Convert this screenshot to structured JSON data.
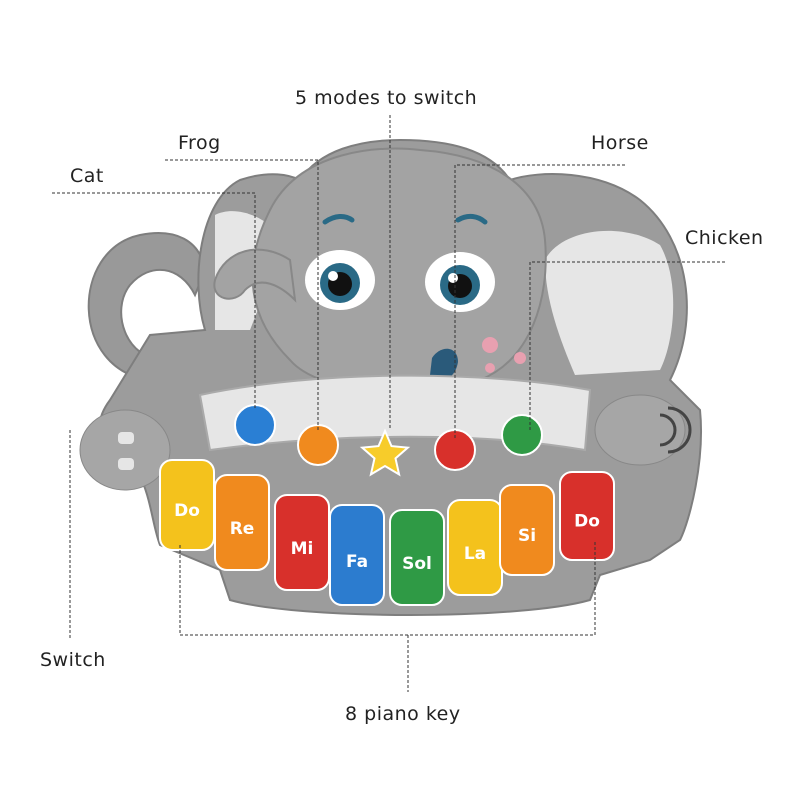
{
  "labels": {
    "modes": "5 modes to switch",
    "frog": "Frog",
    "horse": "Horse",
    "cat": "Cat",
    "chicken": "Chicken",
    "switch": "Switch",
    "keys": "8 piano key"
  },
  "piano_keys": [
    {
      "note": "Do",
      "color": "#f4c21c"
    },
    {
      "note": "Re",
      "color": "#f08a1e"
    },
    {
      "note": "Mi",
      "color": "#d8302b"
    },
    {
      "note": "Fa",
      "color": "#2c7ccf"
    },
    {
      "note": "Sol",
      "color": "#2f9a45"
    },
    {
      "note": "La",
      "color": "#f4c21c"
    },
    {
      "note": "Si",
      "color": "#f08a1e"
    },
    {
      "note": "Do",
      "color": "#d8302b"
    }
  ],
  "mode_buttons": [
    {
      "animal": "cat",
      "color": "#2a7fd4"
    },
    {
      "animal": "frog",
      "color": "#f08a1e"
    },
    {
      "animal": "modes",
      "color": "#f7cc2a"
    },
    {
      "animal": "horse",
      "color": "#d8302b"
    },
    {
      "animal": "chicken",
      "color": "#2f9a45"
    }
  ],
  "colors": {
    "body": "#9a9a9a",
    "body_dark": "#7e7e7e",
    "panel": "#e4e4e4",
    "leader": "#333333"
  }
}
